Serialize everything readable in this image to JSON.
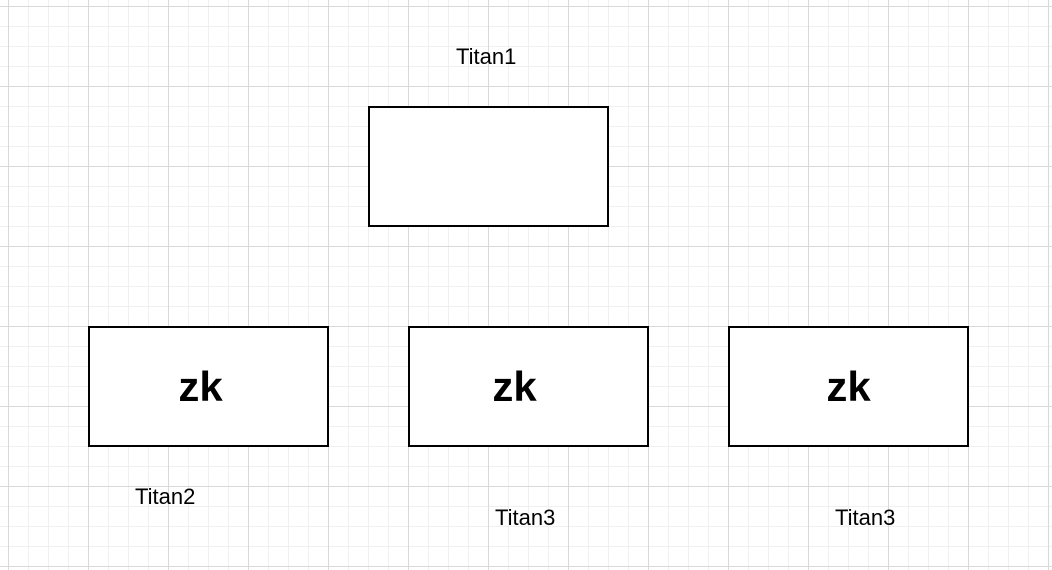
{
  "diagram": {
    "top_node": {
      "caption": "Titan1",
      "text": ""
    },
    "bottom_nodes": [
      {
        "text": "zk",
        "caption": "Titan2"
      },
      {
        "text": "zk",
        "caption": "Titan3"
      },
      {
        "text": "zk",
        "caption": "Titan3"
      }
    ]
  },
  "colors": {
    "background": "#ffffff",
    "grid_major": "#d9d9d9",
    "grid_minor": "#f0f0f0",
    "stroke": "#000000",
    "text": "#000000"
  }
}
